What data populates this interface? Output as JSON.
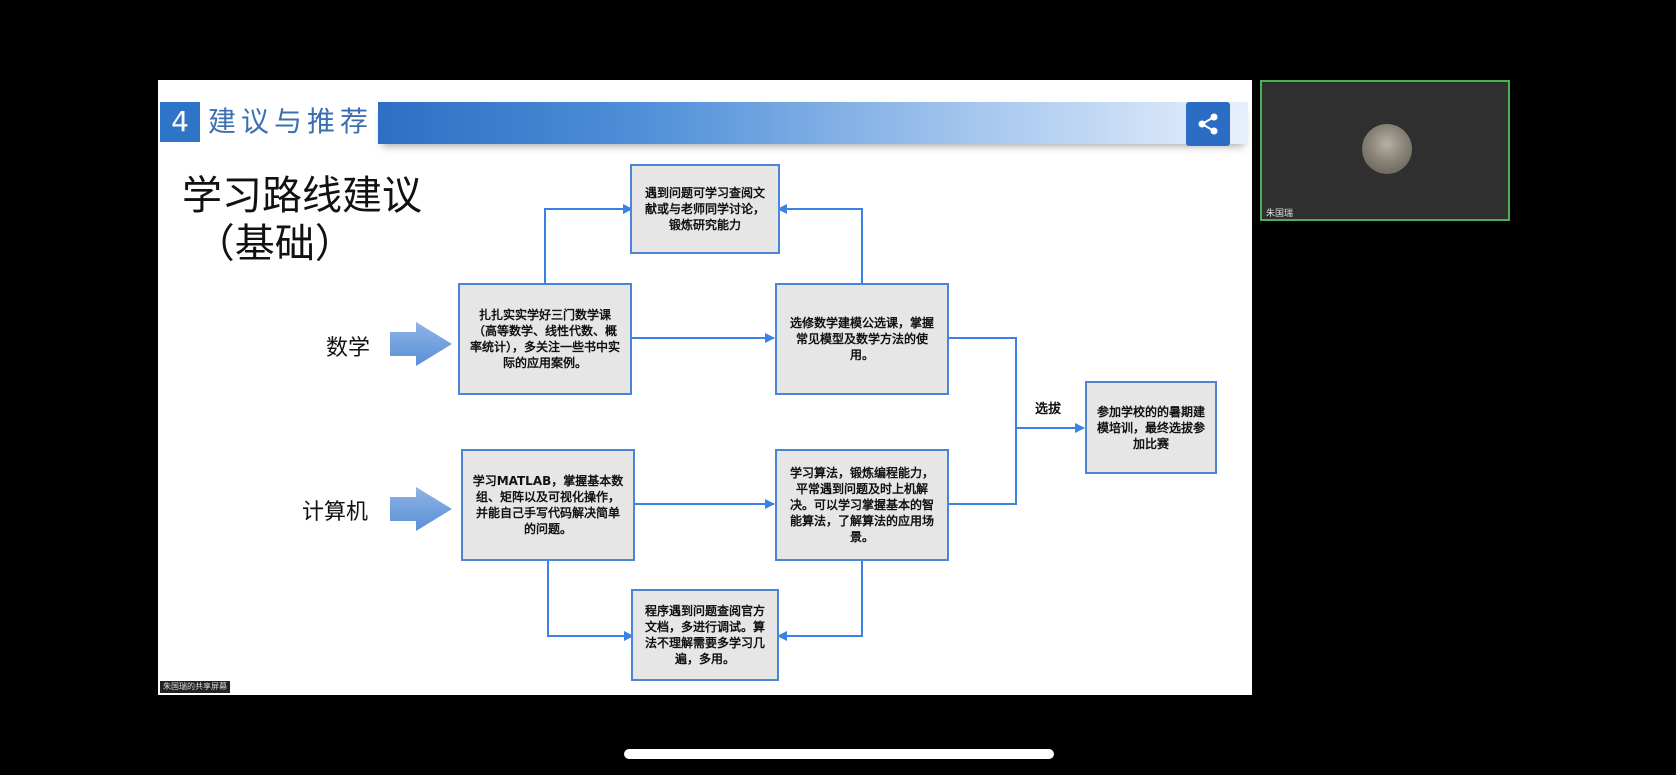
{
  "slide": {
    "section_number": "4",
    "section_title": "建议与推荐",
    "title": "学习路线建议\n （基础）",
    "share_caption": "朱国瑞的共享屏幕"
  },
  "subjects": {
    "math": "数学",
    "computer": "计算机"
  },
  "boxes": {
    "top_research": "遇到问题可学习查阅文献或与老师同学讨论，锻炼研究能力",
    "math_basic": "扎扎实实学好三门数学课（高等数学、线性代数、概率统计），多关注一些书中实际的应用案例。",
    "math_elective": "选修数学建模公选课，掌握常见模型及数学方法的使用。",
    "final": "参加学校的的暑期建模培训，最终选拔参加比赛",
    "cs_matlab": "学习MATLAB，掌握基本数组、矩阵以及可视化操作，并能自己手写代码解决简单的问题。",
    "cs_algorithm": "学习算法，锻炼编程能力，平常遇到问题及时上机解决。可以学习掌握基本的智能算法，了解算法的应用场景。",
    "bottom_docs": "程序遇到问题查阅官方文档，多进行调试。算法不理解需要多学习几遍，多用。"
  },
  "arrow_label": "选拔",
  "video": {
    "participant_name": "朱国瑞"
  },
  "colors": {
    "accent": "#2e75c8",
    "box_border": "#4a86d8",
    "box_fill": "#e6e6e6",
    "video_border": "#4caf50"
  }
}
